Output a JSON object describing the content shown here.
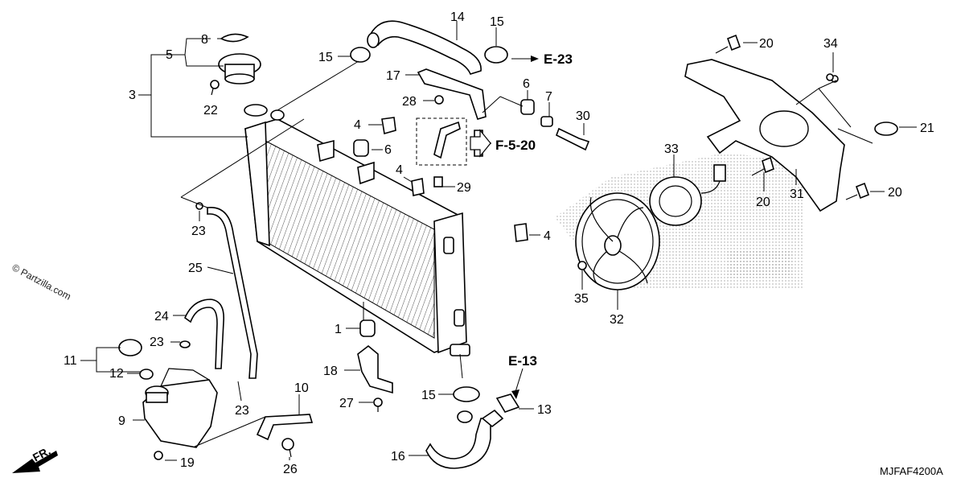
{
  "watermark": "© Partzilla.com",
  "diagram_code": "MJFAF4200A",
  "front_marker": "FR.",
  "refs": {
    "e23": "E-23",
    "f520": "F-5-20",
    "e13": "E-13"
  },
  "labels": {
    "l1": "1",
    "l3": "3",
    "l4a": "4",
    "l4b": "4",
    "l4c": "4",
    "l5": "5",
    "l6a": "6",
    "l6b": "6",
    "l7": "7",
    "l8": "8",
    "l9": "9",
    "l10": "10",
    "l11": "11",
    "l12": "12",
    "l13": "13",
    "l14": "14",
    "l15a": "15",
    "l15b": "15",
    "l15c": "15",
    "l16": "16",
    "l17": "17",
    "l18": "18",
    "l19": "19",
    "l20a": "20",
    "l20b": "20",
    "l20c": "20",
    "l21": "21",
    "l22": "22",
    "l23a": "23",
    "l23b": "23",
    "l23c": "23",
    "l24": "24",
    "l25": "25",
    "l26": "26",
    "l27": "27",
    "l28": "28",
    "l29": "29",
    "l30": "30",
    "l31": "31",
    "l32": "32",
    "l33": "33",
    "l34": "34",
    "l35": "35"
  }
}
